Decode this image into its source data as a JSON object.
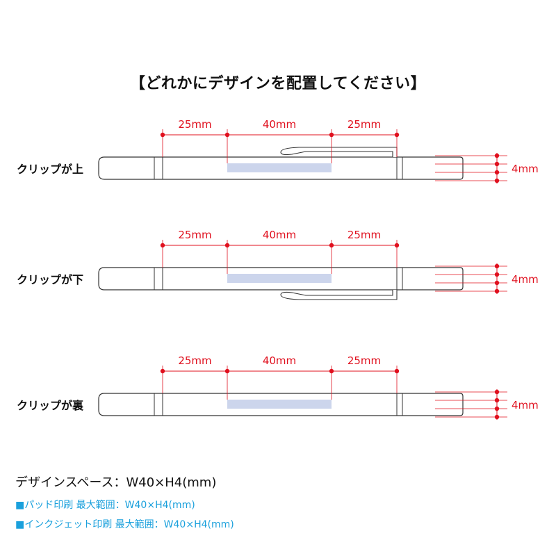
{
  "title": "【どれかにデザインを配置してください】",
  "colors": {
    "dimension": "#e0101e",
    "outline": "#333333",
    "print_area": "#ccd5ec",
    "note": "#1aa0dc"
  },
  "dimension_labels": {
    "left": "25mm",
    "center": "40mm",
    "right": "25mm",
    "height": "4mm"
  },
  "diagrams": [
    {
      "label": "クリップが上",
      "clip": "top"
    },
    {
      "label": "クリップが下",
      "clip": "bottom"
    },
    {
      "label": "クリップが裏",
      "clip": "none"
    }
  ],
  "specs": {
    "design_space": "デザインスペース：W40×H4(mm)",
    "pad_print": "■パッド印刷 最大範囲：W40×H4(mm)",
    "inkjet_print": "■インクジェット印刷 最大範囲：W40×H4(mm)"
  }
}
